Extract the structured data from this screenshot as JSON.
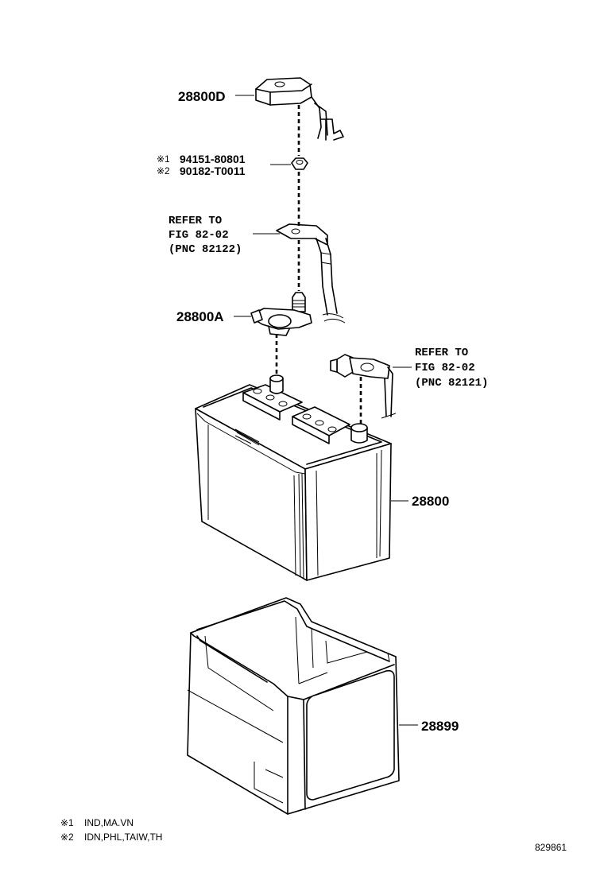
{
  "diagram": {
    "parts": {
      "cover": "28800D",
      "nut_1_mark": "※1",
      "nut_1": "94151-80801",
      "nut_2_mark": "※2",
      "nut_2": "90182-T0011",
      "clamp": "28800A",
      "battery": "28800",
      "tray": "28899"
    },
    "refer_upper": {
      "line1": "REFER TO",
      "line2": "FIG 82-02",
      "line3": "(PNC 82122)"
    },
    "refer_lower": {
      "line1": "REFER TO",
      "line2": "FIG 82-02",
      "line3": "(PNC 82121)"
    },
    "notes": [
      {
        "mark": "※1",
        "text": "IND,MA.VN"
      },
      {
        "mark": "※2",
        "text": "IDN,PHL,TAIW,TH"
      }
    ],
    "drawing_number": "829861"
  }
}
